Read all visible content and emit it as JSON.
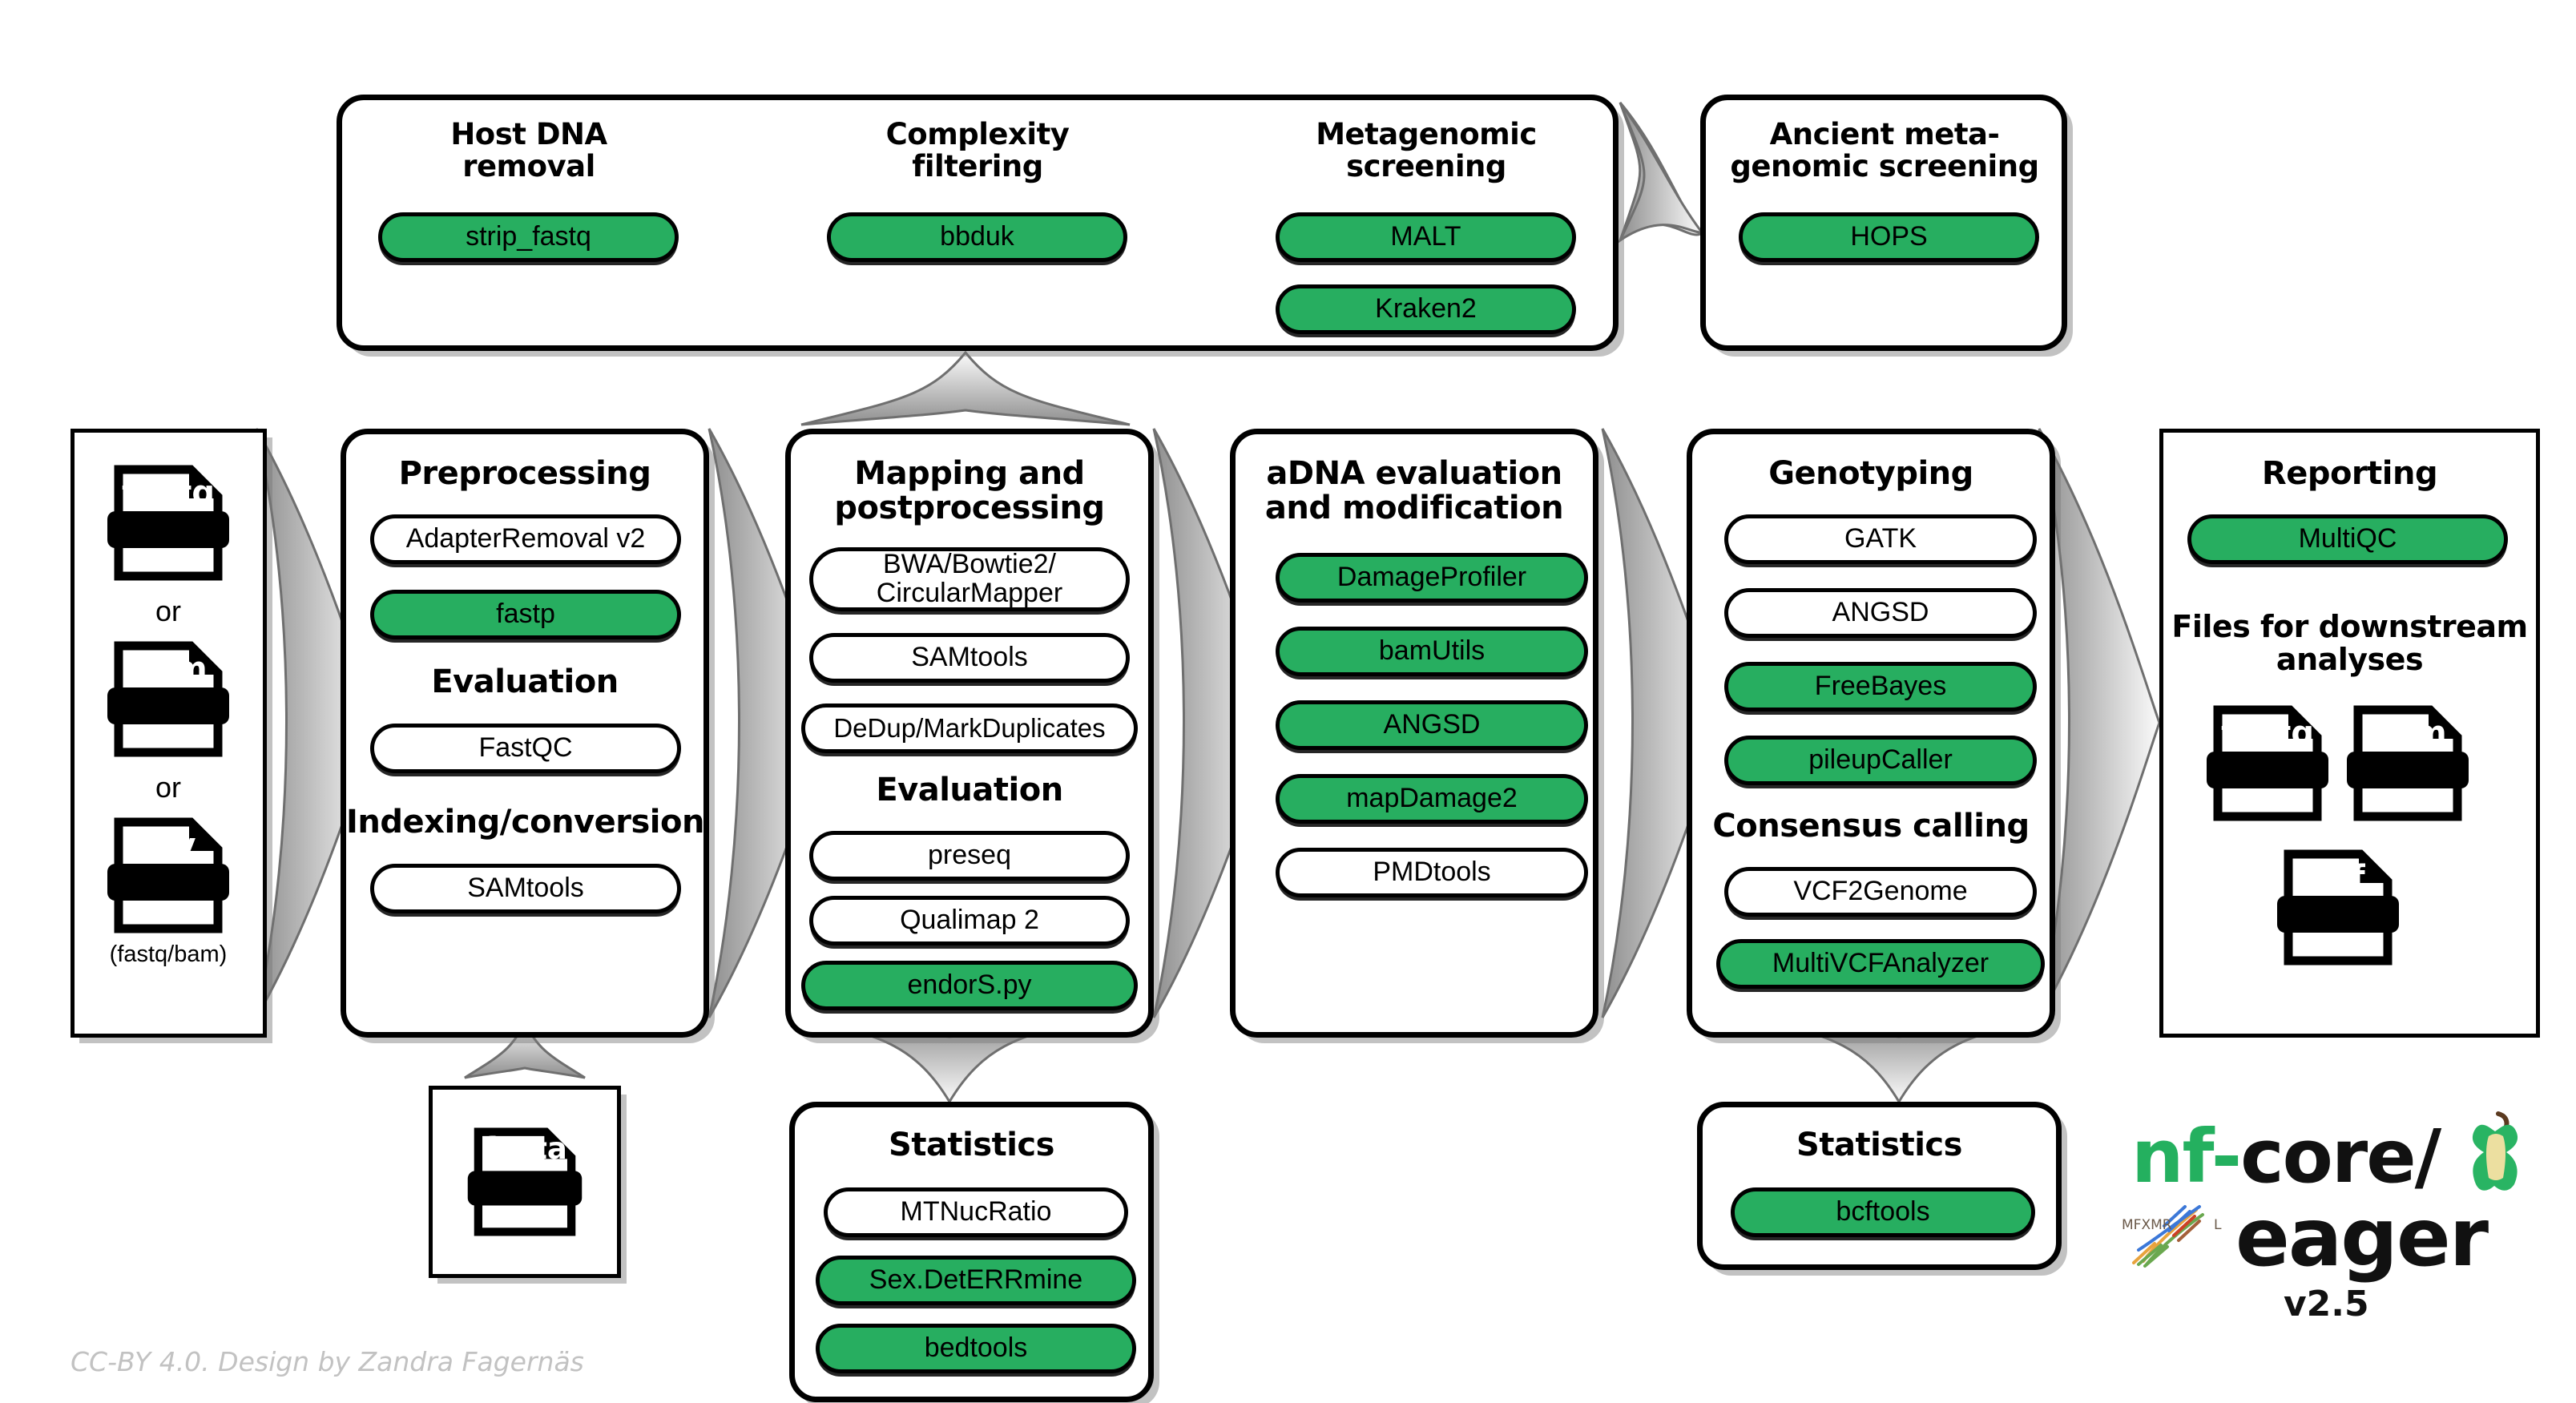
{
  "screening_panel": {
    "groups": [
      {
        "title": "Host DNA\nremoval",
        "tools": [
          {
            "label": "strip_fastq",
            "highlighted": true
          }
        ]
      },
      {
        "title": "Complexity\nfiltering",
        "tools": [
          {
            "label": "bbduk",
            "highlighted": true
          }
        ]
      },
      {
        "title": "Metagenomic\nscreening",
        "tools": [
          {
            "label": "MALT",
            "highlighted": true
          },
          {
            "label": "Kraken2",
            "highlighted": true
          }
        ]
      }
    ]
  },
  "ancient_screening": {
    "title": "Ancient meta-\ngenomic screening",
    "tools": [
      {
        "label": "HOPS",
        "highlighted": true
      }
    ]
  },
  "inputs": {
    "files": [
      "fastq",
      "bam",
      "tsv"
    ],
    "or_label": "or",
    "tsv_sublabel": "(fastq/bam)"
  },
  "preprocessing": {
    "title": "Preprocessing",
    "tools": [
      {
        "label": "AdapterRemoval v2",
        "highlighted": false
      },
      {
        "label": "fastp",
        "highlighted": true
      }
    ],
    "subsections": [
      {
        "title": "Evaluation",
        "tools": [
          {
            "label": "FastQC",
            "highlighted": false
          }
        ]
      },
      {
        "title": "Indexing/conversion",
        "tools": [
          {
            "label": "SAMtools",
            "highlighted": false
          }
        ]
      }
    ]
  },
  "mapping": {
    "title": "Mapping and\npostprocessing",
    "tools": [
      {
        "label": "BWA/Bowtie2/\nCircularMapper",
        "highlighted": false
      },
      {
        "label": "SAMtools",
        "highlighted": false
      },
      {
        "label": "DeDup/MarkDuplicates",
        "highlighted": false
      }
    ],
    "subsections": [
      {
        "title": "Evaluation",
        "tools": [
          {
            "label": "preseq",
            "highlighted": false
          },
          {
            "label": "Qualimap 2",
            "highlighted": false
          },
          {
            "label": "endorS.py",
            "highlighted": true
          }
        ]
      }
    ]
  },
  "adna": {
    "title": "aDNA evaluation\nand modification",
    "tools": [
      {
        "label": "DamageProfiler",
        "highlighted": true
      },
      {
        "label": "bamUtils",
        "highlighted": true
      },
      {
        "label": "ANGSD",
        "highlighted": true
      },
      {
        "label": "mapDamage2",
        "highlighted": true
      },
      {
        "label": "PMDtools",
        "highlighted": false
      }
    ]
  },
  "genotyping": {
    "title": "Genotyping",
    "tools": [
      {
        "label": "GATK",
        "highlighted": false
      },
      {
        "label": "ANGSD",
        "highlighted": false
      },
      {
        "label": "FreeBayes",
        "highlighted": true
      },
      {
        "label": "pileupCaller",
        "highlighted": true
      }
    ],
    "subsections": [
      {
        "title": "Consensus calling",
        "tools": [
          {
            "label": "VCF2Genome",
            "highlighted": false
          },
          {
            "label": "MultiVCFAnalyzer",
            "highlighted": true
          }
        ]
      }
    ]
  },
  "reporting": {
    "title": "Reporting",
    "tools": [
      {
        "label": "MultiQC",
        "highlighted": true
      }
    ],
    "downstream_title": "Files for downstream\nanalyses",
    "files": [
      "fastq",
      "bam",
      "vcf"
    ]
  },
  "reference": {
    "file": "fasta"
  },
  "statistics_left": {
    "title": "Statistics",
    "tools": [
      {
        "label": "MTNucRatio",
        "highlighted": false
      },
      {
        "label": "Sex.DetERRmine",
        "highlighted": true
      },
      {
        "label": "bedtools",
        "highlighted": true
      }
    ]
  },
  "statistics_right": {
    "title": "Statistics",
    "tools": [
      {
        "label": "bcftools",
        "highlighted": true
      }
    ]
  },
  "logo": {
    "nf": "nf-",
    "core": "core/",
    "eager": "eager",
    "version": "v2.5"
  },
  "credit": "CC-BY 4.0. Design by Zandra Fagernäs",
  "colors": {
    "highlight_green": "#27ae60",
    "outline": "#000000",
    "arrow_gray": "#9a9a9a",
    "credit_gray": "#c2c2c2"
  }
}
